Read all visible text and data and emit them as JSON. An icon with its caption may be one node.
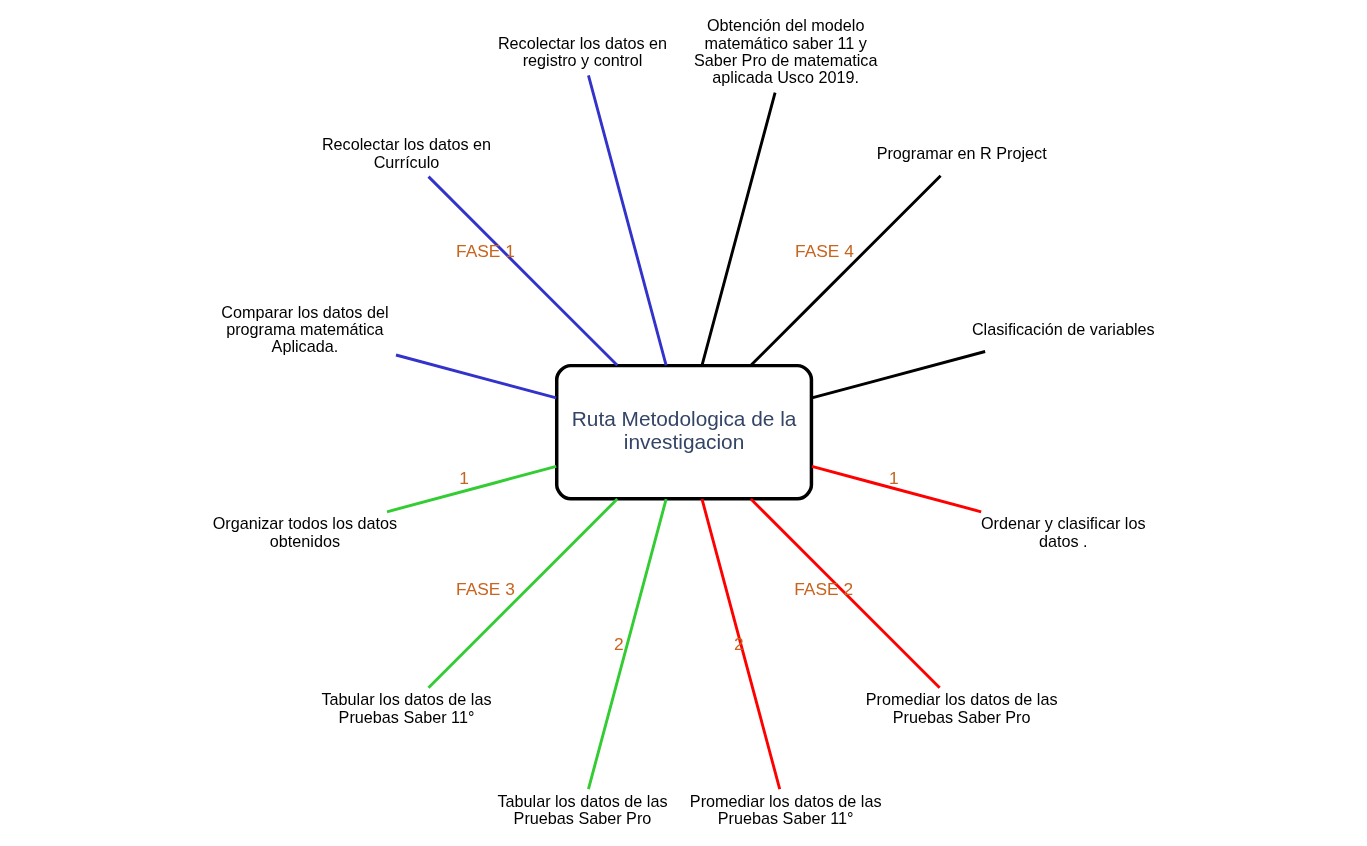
{
  "diagram": {
    "nodes": [
      {
        "text": [
          "Ruta Metodologica de la investigacion"
        ]
      },
      {
        "text": [
          "Clasificación de variables"
        ]
      },
      {
        "text": [
          "Programar en R Project"
        ]
      },
      {
        "text": [
          "Obtención del modelo matemático saber 11 y Saber Pro de matematica aplicada Usco 2019."
        ]
      },
      {
        "text": [
          "Recolectar los datos en registro y control"
        ]
      },
      {
        "text": [
          "Recolectar los datos en Currículo"
        ]
      },
      {
        "text": [
          "Comparar los datos del programa matemática Aplicada."
        ]
      },
      {
        "text": [
          "Organizar todos los datos obtenidos"
        ]
      },
      {
        "text": [
          "Tabular los datos de las Pruebas Saber 11°"
        ]
      },
      {
        "text": [
          "Tabular los datos de las Pruebas Saber Pro"
        ]
      },
      {
        "text": [
          "Promediar los datos de las Pruebas Saber 11°"
        ]
      },
      {
        "text": [
          "Promediar los datos de las Pruebas Saber Pro"
        ]
      },
      {
        "text": [
          "Ordenar y clasificar los datos ."
        ]
      }
    ],
    "edges": [
      {
        "from": 0,
        "to": 1,
        "arrow": "none",
        "color": "#000000"
      },
      {
        "from": 0,
        "to": 2,
        "arrow": "none",
        "color": "#000000",
        "label": "FASE 4"
      },
      {
        "from": 0,
        "to": 3,
        "arrow": "none",
        "color": "#000000"
      },
      {
        "from": 0,
        "to": 4,
        "arrow": "none",
        "color": "#3333cc"
      },
      {
        "from": 0,
        "to": 5,
        "arrow": "none",
        "color": "#3333cc",
        "label": "FASE 1"
      },
      {
        "from": 0,
        "to": 6,
        "arrow": "none",
        "color": "#3333cc"
      },
      {
        "from": 0,
        "to": 7,
        "arrow": "none",
        "color": "#33cc33",
        "label": "1"
      },
      {
        "from": 0,
        "to": 8,
        "arrow": "none",
        "color": "#33cc33",
        "label": "FASE 3"
      },
      {
        "from": 0,
        "to": 9,
        "arrow": "none",
        "color": "#33cc33",
        "label": "2"
      },
      {
        "from": 0,
        "to": 10,
        "arrow": "none",
        "color": "#ff0000",
        "label": "2"
      },
      {
        "from": 0,
        "to": 11,
        "arrow": "none",
        "color": "#ff0000",
        "label": "FASE 2"
      },
      {
        "from": 0,
        "to": 12,
        "arrow": "none",
        "color": "#ff0000",
        "label": "1"
      }
    ]
  }
}
